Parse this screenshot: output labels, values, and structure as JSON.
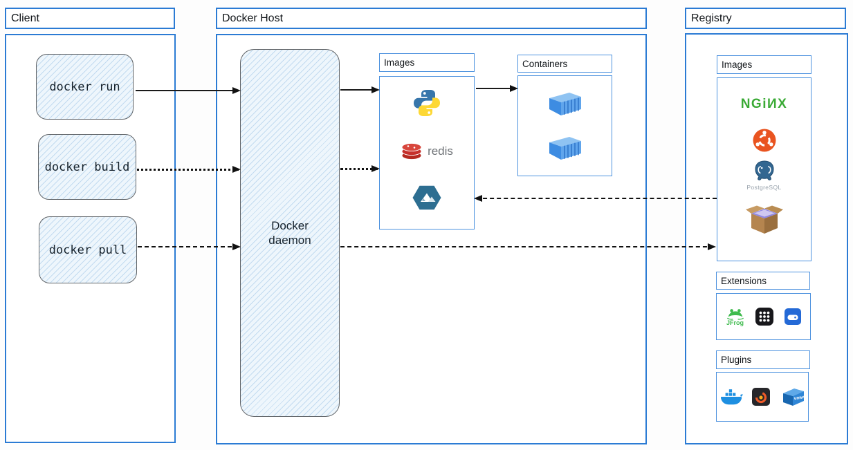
{
  "client": {
    "title": "Client",
    "commands": [
      {
        "label": "docker run"
      },
      {
        "label": "docker build"
      },
      {
        "label": "docker pull"
      }
    ]
  },
  "docker_host": {
    "title": "Docker Host",
    "daemon_label": "Docker daemon",
    "images_title": "Images",
    "containers_title": "Containers",
    "image_icons": [
      "python-icon",
      "redis-icon",
      "alpine-icon"
    ],
    "redis_label": "redis",
    "container_icons": [
      "container-icon",
      "container-icon"
    ]
  },
  "registry": {
    "title": "Registry",
    "images_title": "Images",
    "extensions_title": "Extensions",
    "plugins_title": "Plugins",
    "nginx_wordmark": "NGiИX",
    "postgresql_label": "PostgreSQL",
    "jfrog_label": "JFrog",
    "vmware_label": "vmw",
    "image_icons": [
      "nginx-icon",
      "ubuntu-icon",
      "postgresql-icon",
      "open-box-icon"
    ],
    "extension_icons": [
      "jfrog-icon",
      "app-grid-icon",
      "drive-icon"
    ],
    "plugin_icons": [
      "docker-whale-icon",
      "grafana-icon",
      "vmware-icon"
    ]
  },
  "connections": [
    {
      "from": "docker run",
      "to": "Docker daemon",
      "style": "solid"
    },
    {
      "from": "docker build",
      "to": "Docker daemon",
      "style": "dotted"
    },
    {
      "from": "docker pull",
      "to": "Docker daemon",
      "style": "dashed"
    },
    {
      "from": "Docker daemon",
      "to": "Images",
      "style": "solid"
    },
    {
      "from": "Docker daemon",
      "to": "Images",
      "style": "dotted"
    },
    {
      "from": "Images",
      "to": "Containers",
      "style": "solid"
    },
    {
      "from": "Registry Images",
      "to": "Images",
      "style": "dashed"
    },
    {
      "from": "Docker daemon",
      "to": "Registry Images",
      "style": "dashed"
    }
  ],
  "colors": {
    "frame_blue": "#2b7bd4",
    "inner_blue": "#4a90de",
    "sketch_fill": "#eef6fc",
    "arrow_black": "#111111",
    "nginx_green": "#3aaa35",
    "ubuntu_orange": "#e95420",
    "redis_red": "#c6302b",
    "python_blue": "#3776ab",
    "python_yellow": "#fdd835",
    "postgres_blue": "#336791",
    "docker_blue": "#1d8fe1",
    "jfrog_green": "#3fbb4e",
    "grafana_orange": "#f05a28"
  }
}
